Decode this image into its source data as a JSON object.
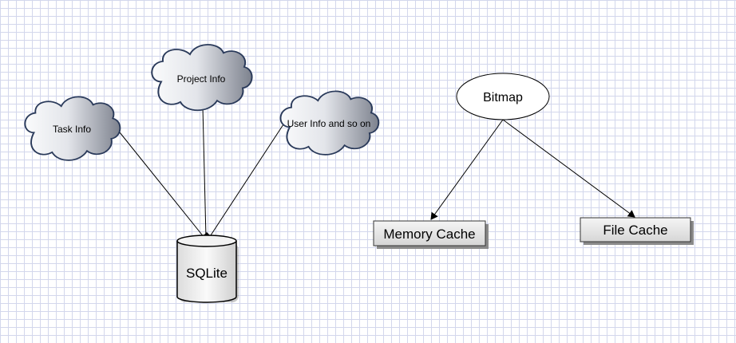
{
  "clouds": [
    {
      "id": "task",
      "label": "Task Info"
    },
    {
      "id": "project",
      "label": "Project Info"
    },
    {
      "id": "user",
      "label": "User Info and so on"
    }
  ],
  "database": {
    "label": "SQLite"
  },
  "bitmap": {
    "label": "Bitmap"
  },
  "caches": [
    {
      "id": "memory",
      "label": "Memory Cache"
    },
    {
      "id": "file",
      "label": "File Cache"
    }
  ],
  "colors": {
    "grid": "#d3d7ec",
    "stroke": "#2a3a5a",
    "cloud_light": "#f4f5f8",
    "cloud_dark": "#7e838f",
    "box_fill": "#e6e6e6"
  }
}
